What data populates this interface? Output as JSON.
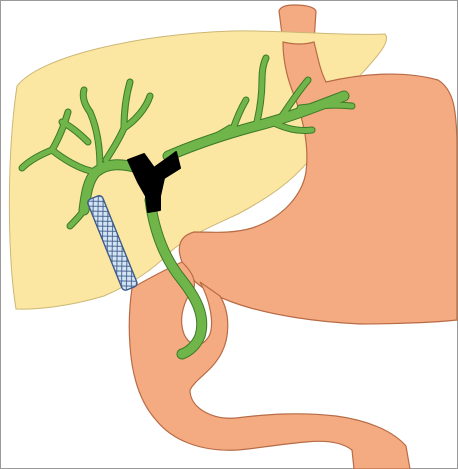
{
  "colors": {
    "background": "#ffffff",
    "frame": "#9a9a9a",
    "liver_fill": "#fbe7a1",
    "liver_stroke": "#ccb777",
    "stomach_fill": "#f4ab82",
    "stomach_stroke": "#b86b45",
    "bile_duct_fill": "#6fb54a",
    "bile_duct_stroke": "#3c7a28",
    "occlusion": "#000000",
    "stent_fill": "#d4e4f2",
    "stent_mesh": "#3e5c8c"
  },
  "structures": [
    {
      "id": "liver",
      "label": ""
    },
    {
      "id": "esophagus",
      "label": ""
    },
    {
      "id": "stomach",
      "label": ""
    },
    {
      "id": "duodenum",
      "label": ""
    },
    {
      "id": "biliary-tree",
      "label": ""
    },
    {
      "id": "hilar-occlusion",
      "label": ""
    },
    {
      "id": "metal-stent",
      "label": ""
    }
  ]
}
